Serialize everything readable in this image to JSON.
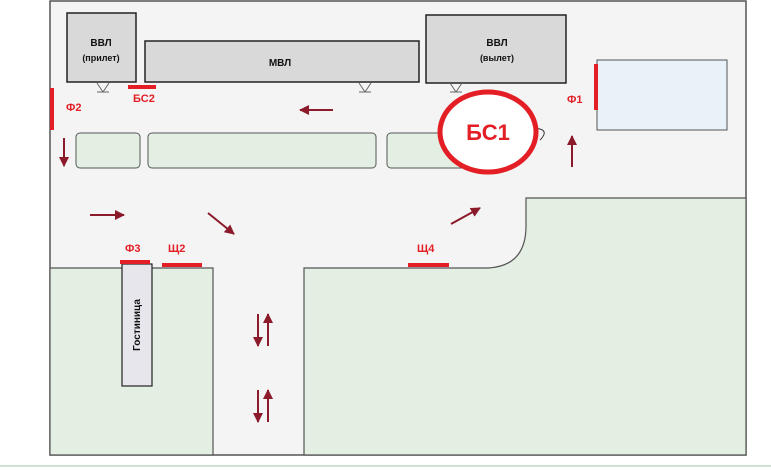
{
  "buildings": {
    "vvl_arrival": {
      "line1": "ВВЛ",
      "line2": "(прилет)"
    },
    "mvl": {
      "label": "МВЛ"
    },
    "vvl_departure": {
      "line1": "ВВЛ",
      "line2": "(вылет)"
    },
    "hotel": {
      "label": "Гостиница"
    }
  },
  "markers": {
    "f1": "Ф1",
    "f2": "Ф2",
    "f3": "Ф3",
    "bs2": "БС2",
    "sh2": "Щ2",
    "sh4": "Щ4",
    "bs1": "БС1"
  },
  "colors": {
    "marker_red": "#e31e24",
    "arrow": "#8b1a2b",
    "building_fill": "#d9d9d9",
    "green_fill": "#e3efe3",
    "lot_fill": "#e8f2f8",
    "ground": "#f4f4f4",
    "hotel_fill": "#e6e6ec"
  }
}
